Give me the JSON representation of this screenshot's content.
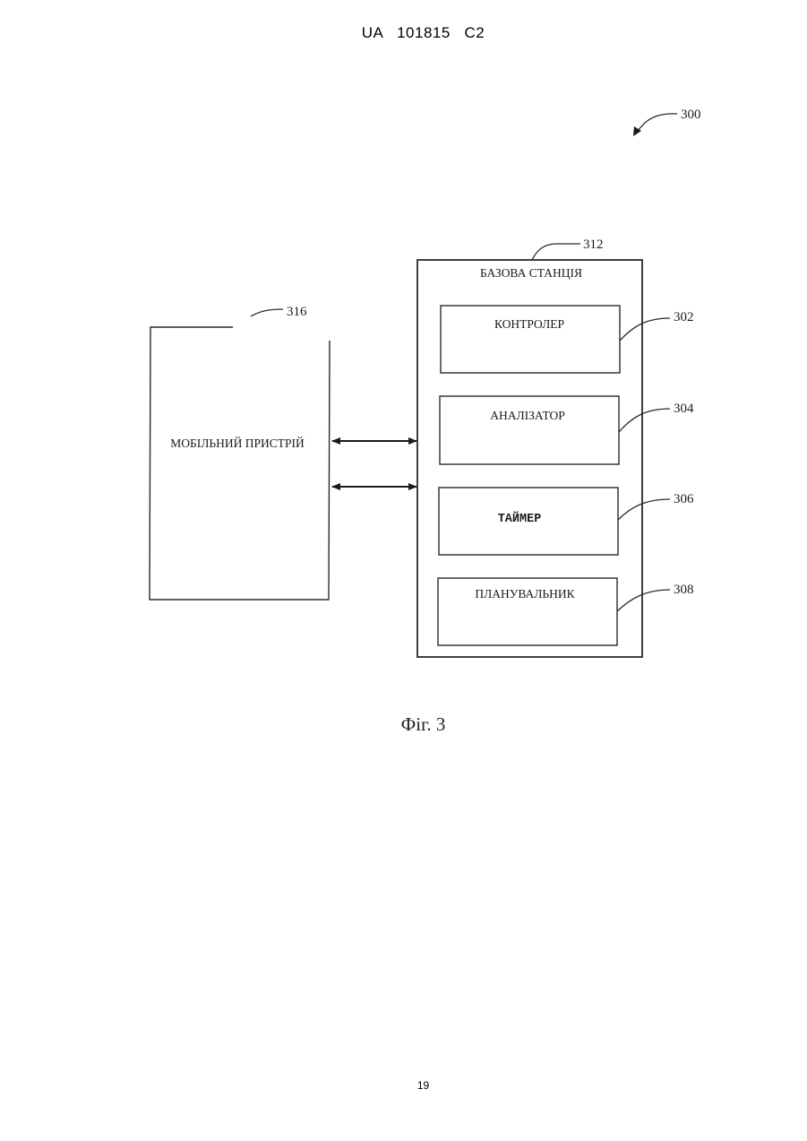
{
  "header": {
    "text": "UA   101815   C2"
  },
  "footer": {
    "page_number": "19"
  },
  "figure": {
    "caption": "Фіг. 3",
    "ref_overall": "300",
    "mobile": {
      "label": "МОБІЛЬНИЙ ПРИСТРІЙ",
      "ref": "316"
    },
    "base_station": {
      "label": "БАЗОВА СТАНЦІЯ",
      "ref": "312",
      "modules": [
        {
          "label": "КОНТРОЛЕР",
          "ref": "302"
        },
        {
          "label": "АНАЛІЗАТОР",
          "ref": "304"
        },
        {
          "label": "ТАЙМЕР",
          "ref": "306"
        },
        {
          "label": "ПЛАНУВАЛЬНИК",
          "ref": "308"
        }
      ]
    }
  }
}
